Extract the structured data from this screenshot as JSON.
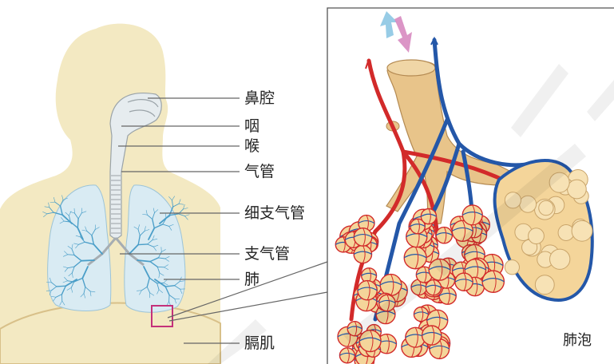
{
  "labels": {
    "nasal_cavity": "鼻腔",
    "pharynx": "咽",
    "larynx": "喉",
    "trachea": "气管",
    "bronchiole": "细支气管",
    "bronchus": "支气管",
    "lung": "肺",
    "diaphragm": "膈肌",
    "alveoli": "肺泡"
  },
  "colors": {
    "body_fill": "#f3e9c2",
    "lung_fill": "#d9ebf3",
    "lung_branch": "#4a9ec8",
    "airway_fill": "#e6ecef",
    "diaphragm_line": "#d8c089",
    "leader_line": "#666666",
    "highlight_box": "#c4317a",
    "artery_red": "#d22a2a",
    "vein_blue": "#2457a8",
    "bronchus_tan": "#e8c48a",
    "alveolus_fill": "#f4d59a",
    "arrow_pink": "#d78ac0",
    "arrow_blue": "#8cc6e3",
    "watermark": "#e6e6e6"
  }
}
